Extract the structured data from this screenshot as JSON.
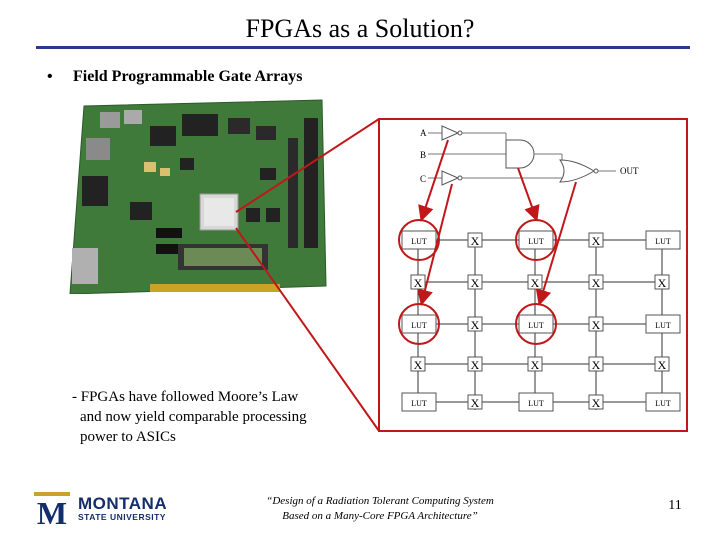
{
  "slide": {
    "title": "FPGAs as a Solution?",
    "bullet_symbol": "•",
    "bullet_text": "Field Programmable Gate Arrays",
    "sub_lines": [
      "- FPGAs have followed Moore’s Law",
      "and now yield comparable processing",
      "power to ASICs"
    ],
    "citation_line1": "“Design of a Radiation Tolerant Computing System",
    "citation_line2": "Based on a Many-Core FPGA Architecture”",
    "page_number": "11"
  },
  "logo": {
    "name": "MONTANA",
    "sub": "STATE UNIVERSITY",
    "mark": "M",
    "color": "#142d6b",
    "accent": "#c9a227"
  },
  "diagram": {
    "inputs": [
      "A",
      "B",
      "C"
    ],
    "output_label": "OUT",
    "lut_label": "LUT",
    "switch_label": "X",
    "highlight_color": "#c0181a"
  },
  "colors": {
    "title_rule": "#2b3a8f",
    "board_pcb": "#3f7a3a"
  }
}
